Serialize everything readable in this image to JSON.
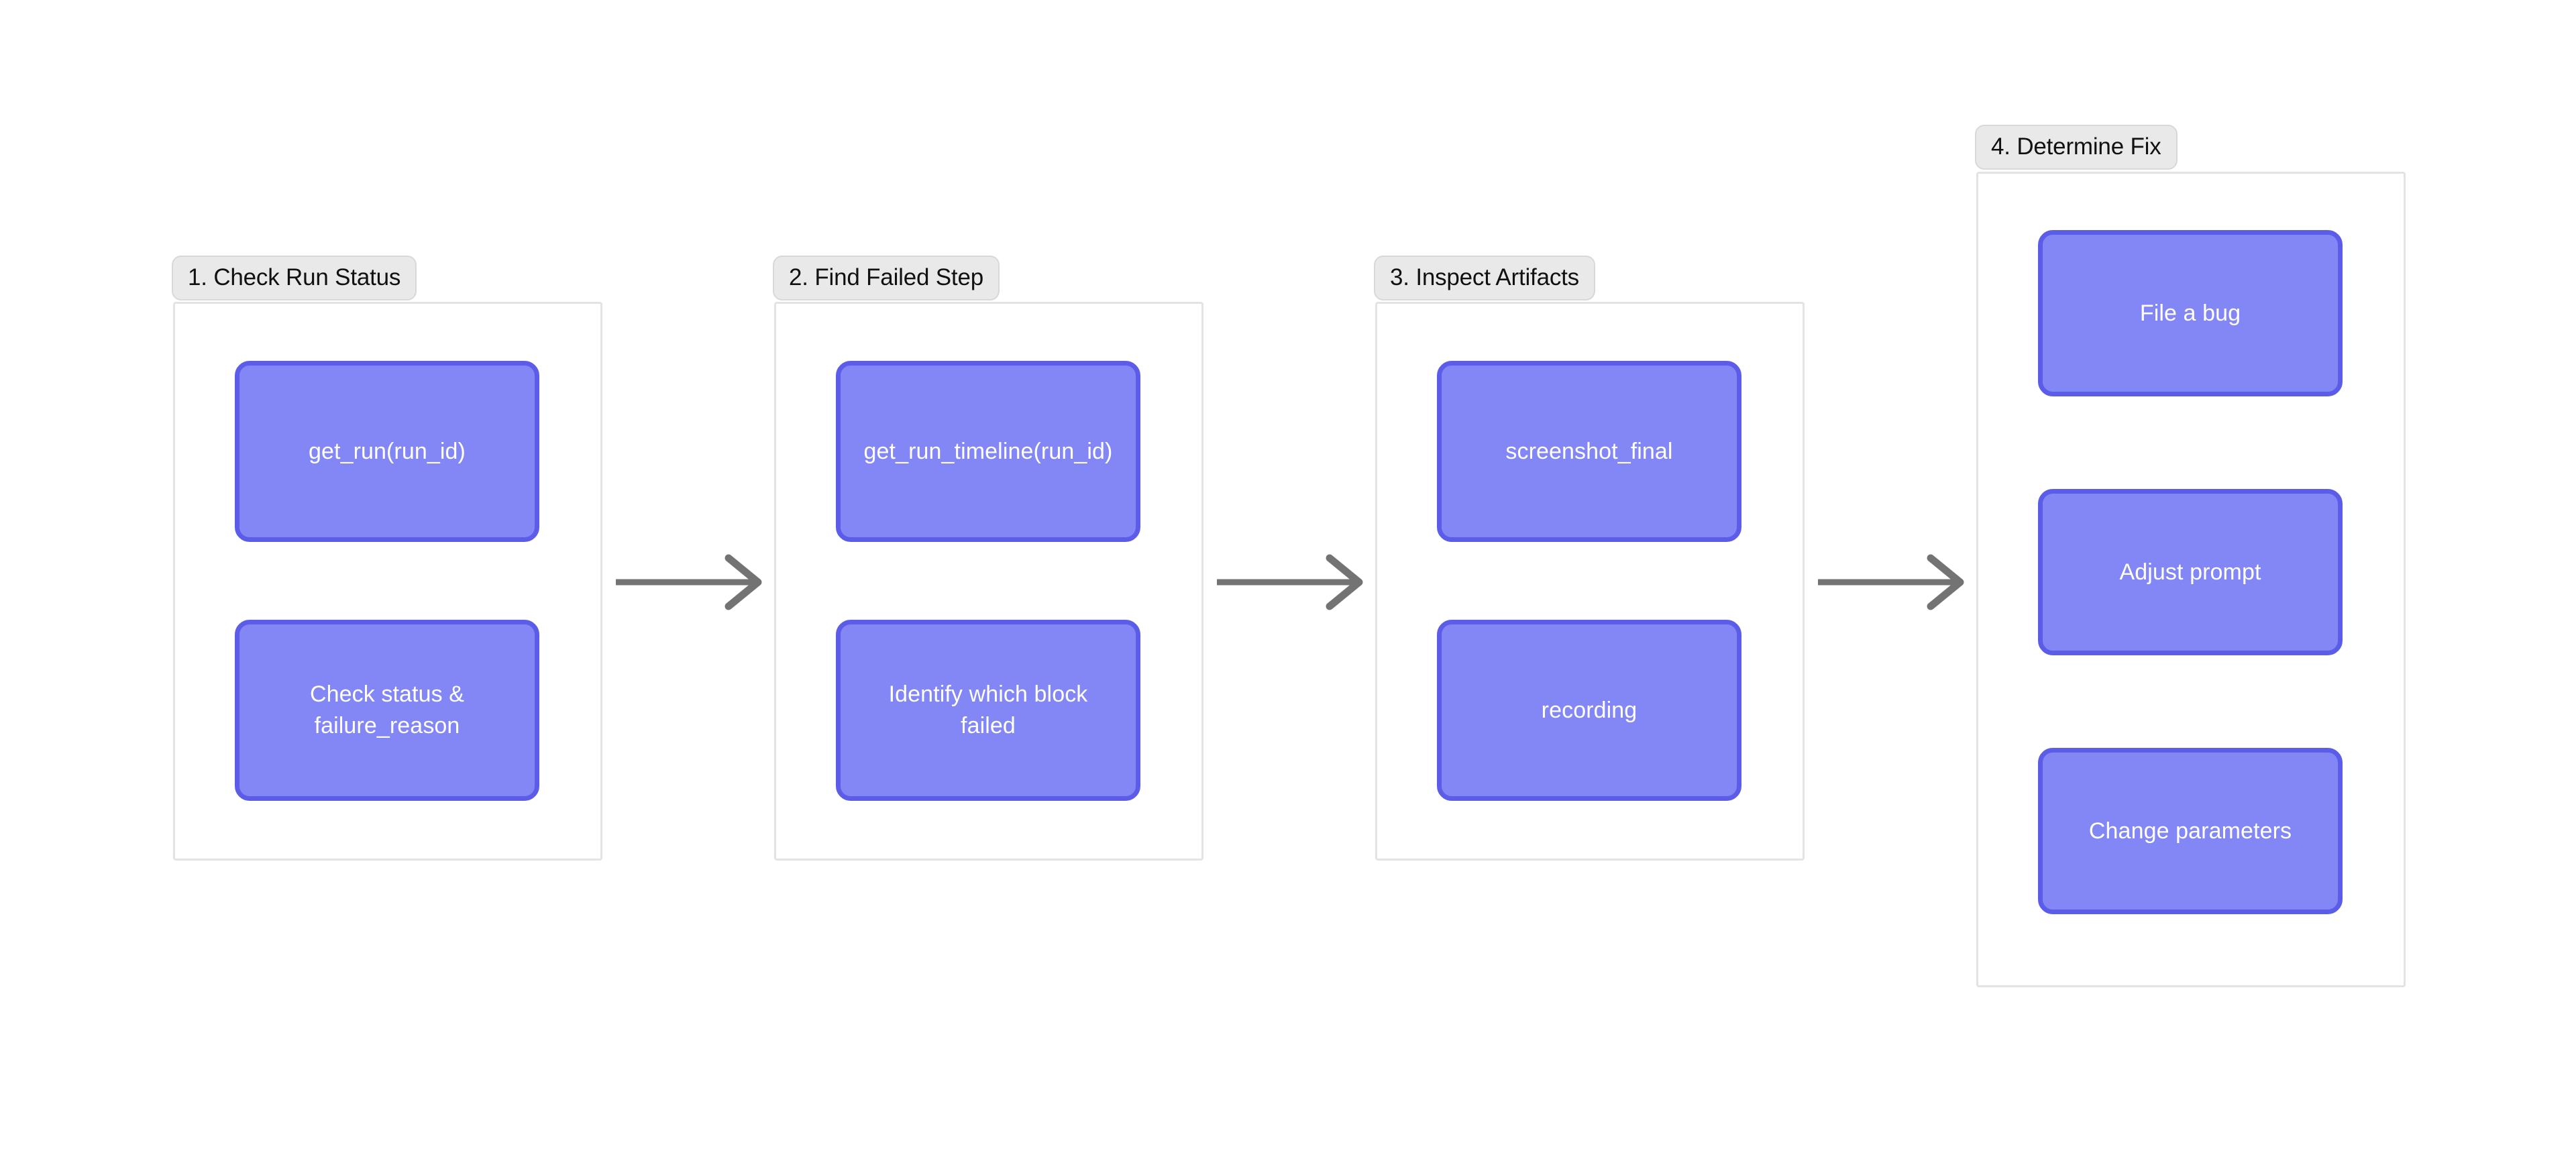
{
  "diagram": {
    "type": "flowchart",
    "orientation": "left-to-right",
    "background_color": "#ffffff",
    "node_fill_color": "#8387f5",
    "node_border_color": "#5b5ce8",
    "node_text_color": "#ffffff",
    "group_label_background": "#e9e9e9",
    "group_label_text_color": "#111111",
    "group_box_border_color": "#e3e3e3",
    "arrow_color": "#737373",
    "groups": [
      {
        "label": "1. Check Run Status",
        "nodes": [
          {
            "label": "get_run(run_id)"
          },
          {
            "label": "Check status &\nfailure_reason"
          }
        ]
      },
      {
        "label": "2. Find Failed Step",
        "nodes": [
          {
            "label": "get_run_timeline(run_id)"
          },
          {
            "label": "Identify which block\nfailed"
          }
        ]
      },
      {
        "label": "3. Inspect Artifacts",
        "nodes": [
          {
            "label": "screenshot_final"
          },
          {
            "label": "recording"
          }
        ]
      },
      {
        "label": "4. Determine Fix",
        "nodes": [
          {
            "label": "File a bug"
          },
          {
            "label": "Adjust prompt"
          },
          {
            "label": "Change parameters"
          }
        ]
      }
    ],
    "connectors": [
      {
        "from": "1. Check Run Status",
        "to": "2. Find Failed Step",
        "style": "arrow"
      },
      {
        "from": "2. Find Failed Step",
        "to": "3. Inspect Artifacts",
        "style": "arrow"
      },
      {
        "from": "3. Inspect Artifacts",
        "to": "4. Determine Fix",
        "style": "arrow"
      }
    ]
  }
}
